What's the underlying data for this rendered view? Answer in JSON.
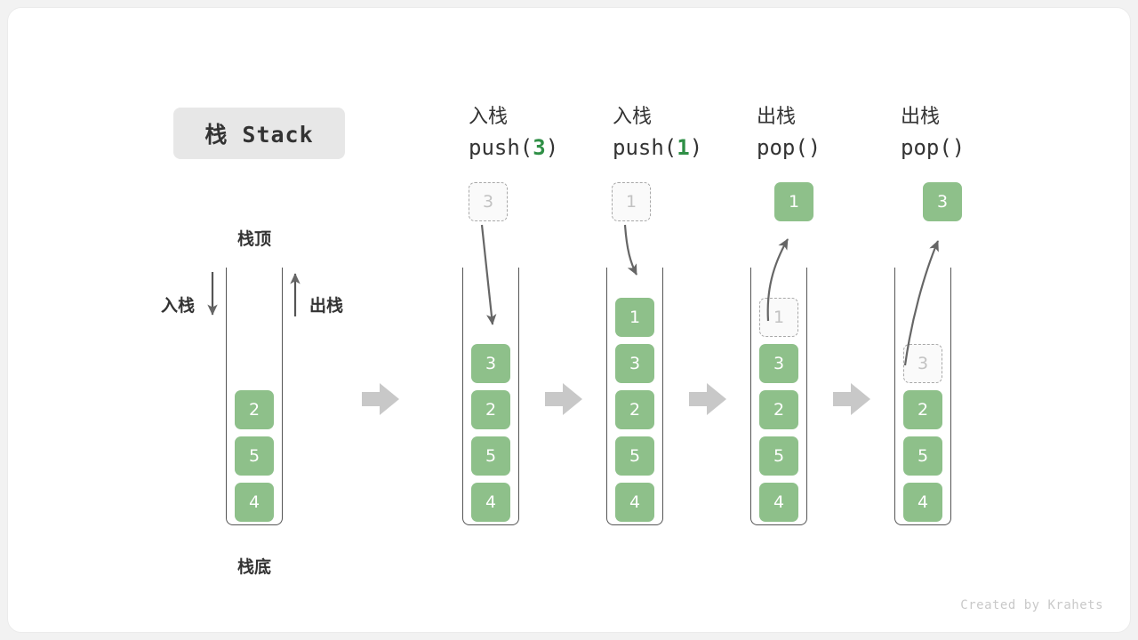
{
  "title": "栈 Stack",
  "labels": {
    "top": "栈顶",
    "bottom": "栈底",
    "push": "入栈",
    "pop": "出栈"
  },
  "footer": "Created by Krahets",
  "colors": {
    "element": "#8ec08a",
    "element_text": "#ffffff",
    "ghost_border": "#a8a8a8",
    "ghost_text": "#c2c2c2",
    "arrow": "#c8c8c8",
    "stroke": "#555555",
    "accent_green": "#2f8f46",
    "badge_bg": "#e7e7e7",
    "card_bg": "#ffffff",
    "page_bg": "#f2f2f2"
  },
  "icons": {
    "step_arrow": "right-block-arrow-icon",
    "push_arrow": "down-arrow-icon",
    "pop_arrow": "up-arrow-icon",
    "motion_arrow": "curved-arrow-icon"
  },
  "columns": [
    {
      "id": "initial",
      "header_line1": "",
      "header_op": "",
      "header_arg": "",
      "items": [
        "2",
        "5",
        "4"
      ],
      "ghost_index": -1,
      "floating": null
    },
    {
      "id": "push-3",
      "header_line1": "入栈",
      "header_op": "push(",
      "header_arg": "3",
      "header_close": ")",
      "items": [
        "3",
        "2",
        "5",
        "4"
      ],
      "ghost_index": -1,
      "floating": {
        "value": "3",
        "style": "ghost",
        "direction": "in"
      }
    },
    {
      "id": "push-1",
      "header_line1": "入栈",
      "header_op": "push(",
      "header_arg": "1",
      "header_close": ")",
      "items": [
        "1",
        "3",
        "2",
        "5",
        "4"
      ],
      "ghost_index": -1,
      "floating": {
        "value": "1",
        "style": "ghost",
        "direction": "in"
      }
    },
    {
      "id": "pop-1",
      "header_line1": "出栈",
      "header_op": "pop(",
      "header_arg": "",
      "header_close": ")",
      "items": [
        "1",
        "3",
        "2",
        "5",
        "4"
      ],
      "ghost_index": 0,
      "floating": {
        "value": "1",
        "style": "filled",
        "direction": "out"
      }
    },
    {
      "id": "pop-3",
      "header_line1": "出栈",
      "header_op": "pop(",
      "header_arg": "",
      "header_close": ")",
      "items": [
        "3",
        "2",
        "5",
        "4"
      ],
      "ghost_index": 0,
      "floating": {
        "value": "3",
        "style": "filled",
        "direction": "out"
      }
    }
  ]
}
